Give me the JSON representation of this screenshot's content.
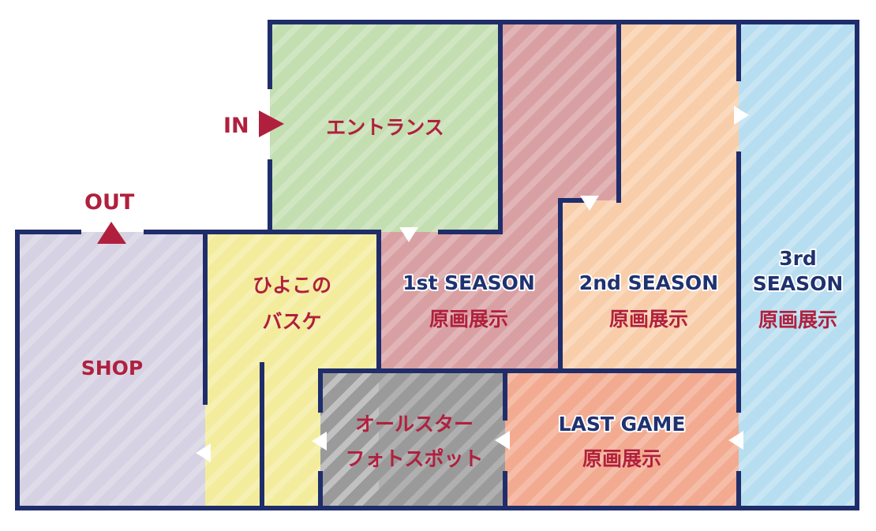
{
  "colors": {
    "wall": "#1f2d6a",
    "label_red": "#b0203e",
    "label_blue": "#1f3270",
    "entrance": "#c3deb0",
    "season1": "#d9a0a3",
    "season2": "#f8ceaa",
    "season3": "#b7def0",
    "shop": "#d6d2e3",
    "hiyoko": "#f3ec9c",
    "allstar": "#9a9a9a",
    "lastgame": "#f2ab90"
  },
  "markers": {
    "in": "IN",
    "out": "OUT"
  },
  "rooms": {
    "entrance": {
      "name": "エントランス"
    },
    "season1": {
      "line1": "1st SEASON",
      "line2": "原画展示"
    },
    "season2": {
      "line1": "2nd SEASON",
      "line2": "原画展示"
    },
    "season3": {
      "line1": "3rd",
      "line2": "SEASON",
      "line3": "原画展示"
    },
    "hiyoko": {
      "line1": "ひよこの",
      "line2": "バスケ"
    },
    "shop": {
      "name": "SHOP"
    },
    "allstar": {
      "line1": "オールスター",
      "line2": "フォトスポット"
    },
    "lastgame": {
      "line1": "LAST GAME",
      "line2": "原画展示"
    }
  }
}
